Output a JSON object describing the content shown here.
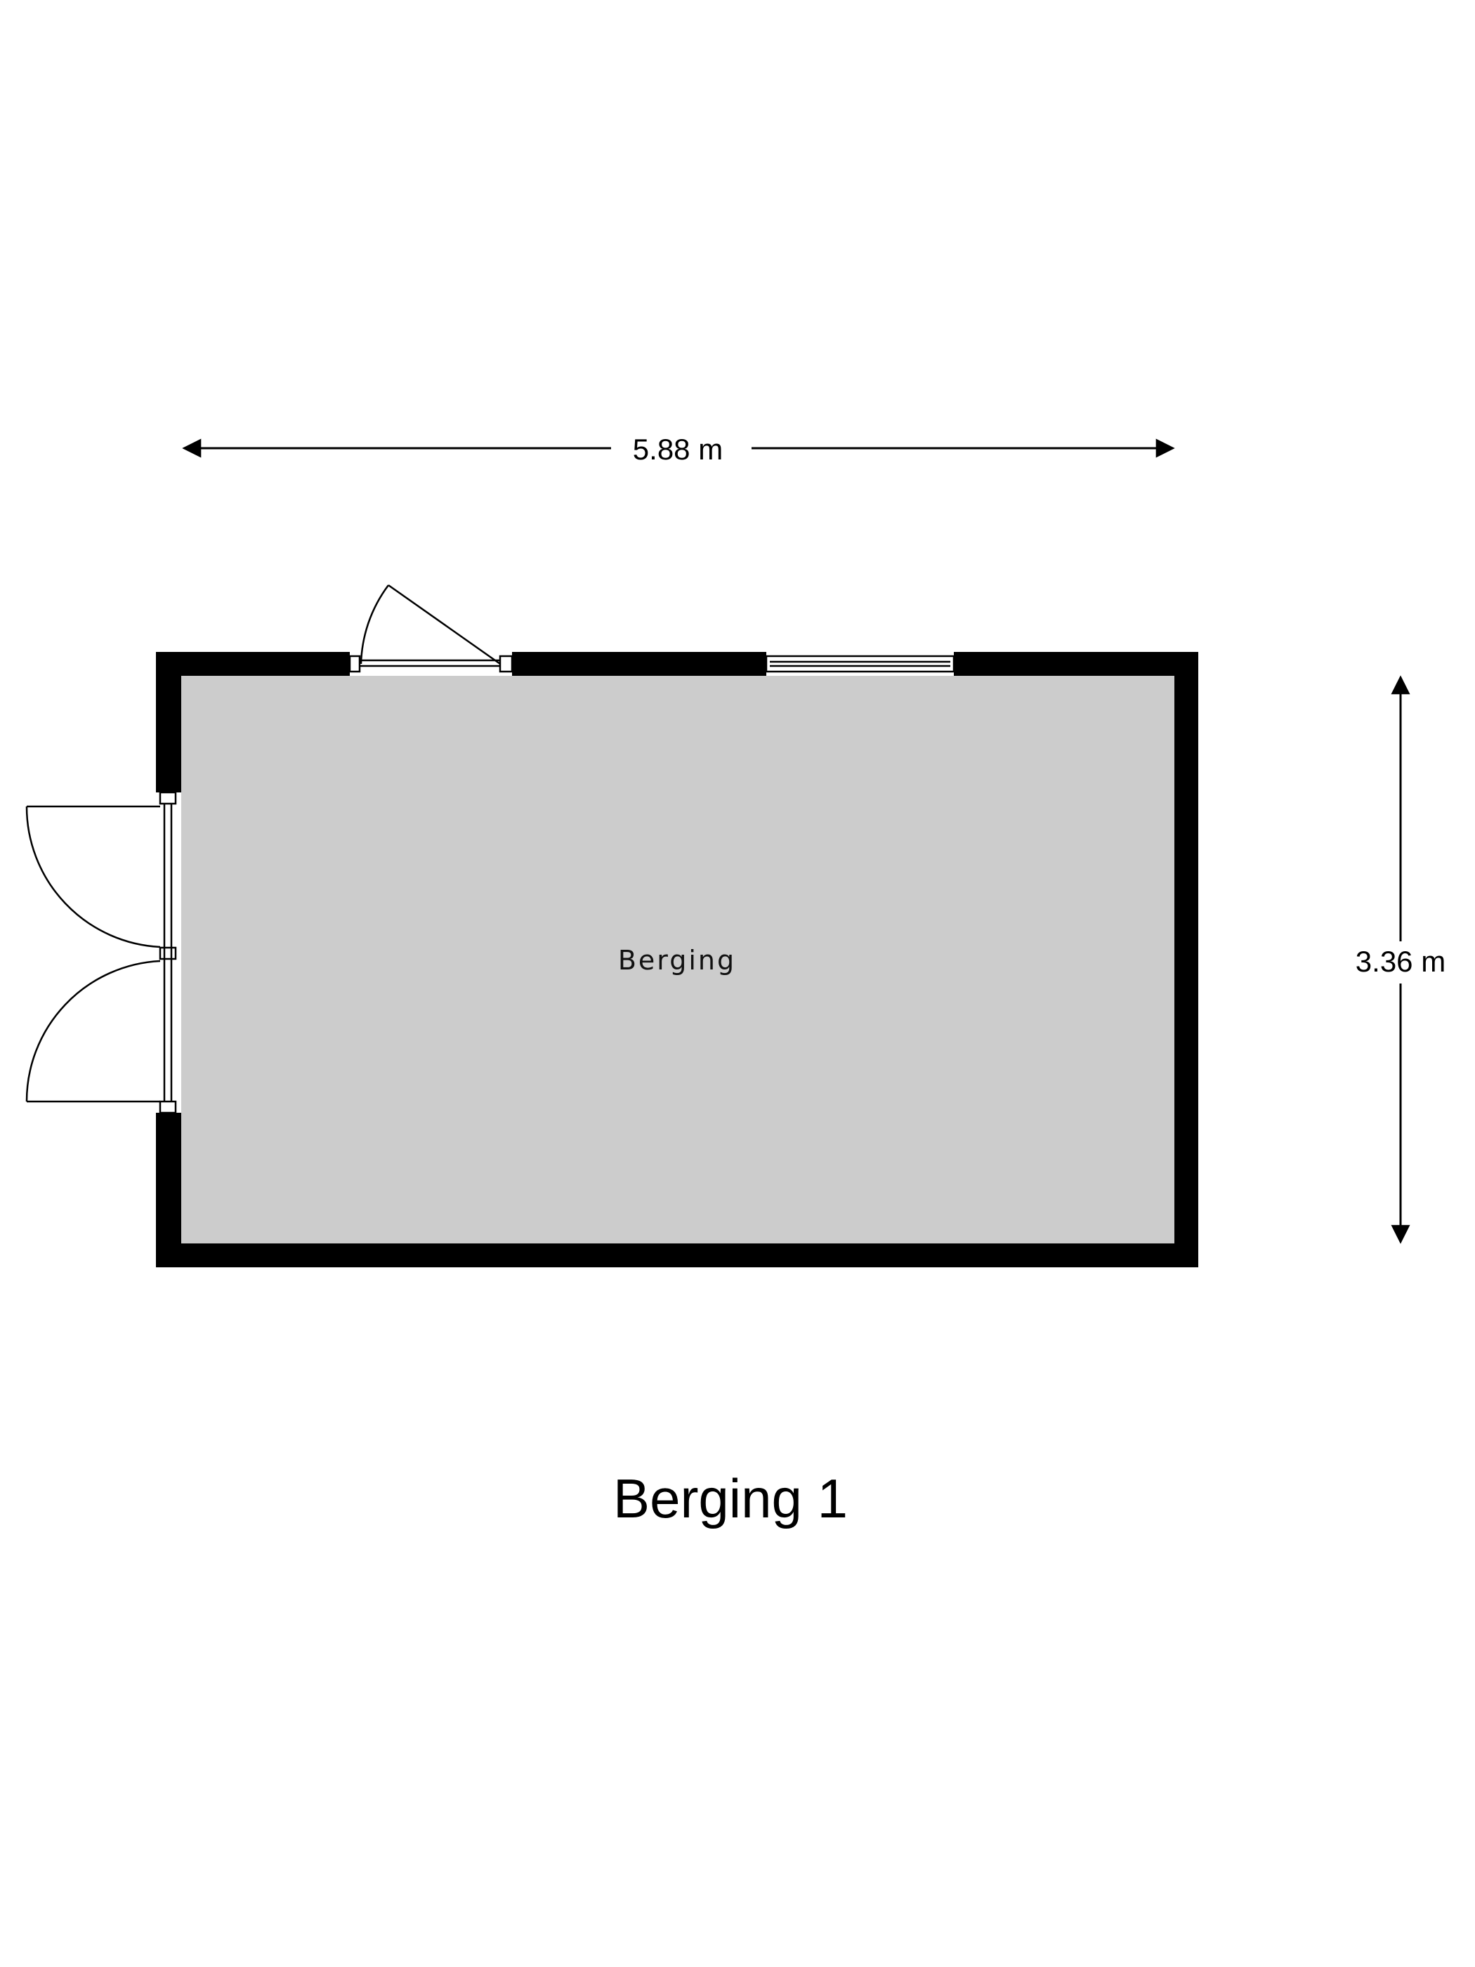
{
  "plan": {
    "title": "Berging 1",
    "room_name": "Berging",
    "width_label": "5.88 m",
    "height_label": "3.36 m"
  },
  "colors": {
    "wall": "#000000",
    "floor": "#cccccc",
    "line": "#000000",
    "background": "#ffffff"
  }
}
